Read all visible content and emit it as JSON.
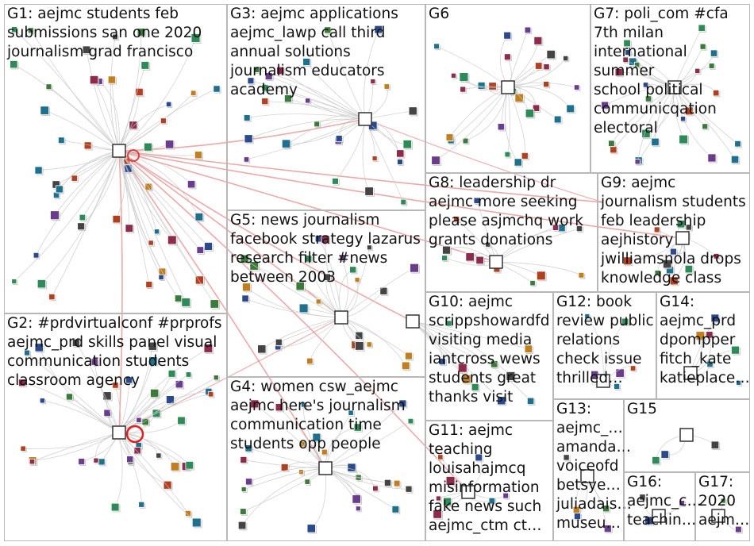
{
  "graph": {
    "background": "#ffffff",
    "border_color": "#b8b8b8",
    "edge_color": "#c8c8c8",
    "highlight_edge_color": "#e06060",
    "groups": [
      {
        "id": "G1",
        "label": "G1: aejmc students feb\nsubmissions san one 2020\njournalism grad francisco"
      },
      {
        "id": "G2",
        "label": "G2: #prdvirtualconf #prprofs\naejmc_prd skills panel visual\ncommunication students\nclassroom agency"
      },
      {
        "id": "G3",
        "label": "G3: aejmc applications\naejmc_lawp call third\nannual solutions\njournalism educators\nacademy"
      },
      {
        "id": "G4",
        "label": "G4: women csw_aejmc\naejmc here's journalism\ncommunication time\nstudents opp people"
      },
      {
        "id": "G5",
        "label": "G5: news journalism\nfacebook strategy lazarus\nresearch filter #news\nbetween 2003"
      },
      {
        "id": "G6",
        "label": "G6"
      },
      {
        "id": "G7",
        "label": "G7: poli_com #cfa\n7th milan\ninternational summer\nschool political\ncommunicqation\nelectoral"
      },
      {
        "id": "G8",
        "label": "G8: leadership dr\naejmc more seeking\nplease asjmchq work\ngrants donations"
      },
      {
        "id": "G9",
        "label": "G9: aejmc\njournalism students\nfeb leadership\naejhistory\njwilliamsnola drops\nknowledge class"
      },
      {
        "id": "G10",
        "label": "G10: aejmc\nscrippshowardfd\nvisiting media\niantcross wews\nstudents great\nthanks visit"
      },
      {
        "id": "G11",
        "label": "G11: aejmc\nteaching\nlouisahajmcq\nmisinformation\nfake news such\naejmc_ctm ct…"
      },
      {
        "id": "G12",
        "label": "G12: book\nreview public\nrelations\ncheck issue\nthrilled…"
      },
      {
        "id": "G13",
        "label": "G13:\naejmc_…\namanda…\nvoiceofd\nbetsye…\njuliadais…\nmuseu…"
      },
      {
        "id": "G14",
        "label": "G14:\naejmc_prd\ndpompper\nfitch_kate\nkatieplace…"
      },
      {
        "id": "G15",
        "label": "G15"
      },
      {
        "id": "G16",
        "label": "G16:\naejmc_c…\nteachin…"
      },
      {
        "id": "G17",
        "label": "G17:\n2020\naejm…"
      }
    ]
  }
}
